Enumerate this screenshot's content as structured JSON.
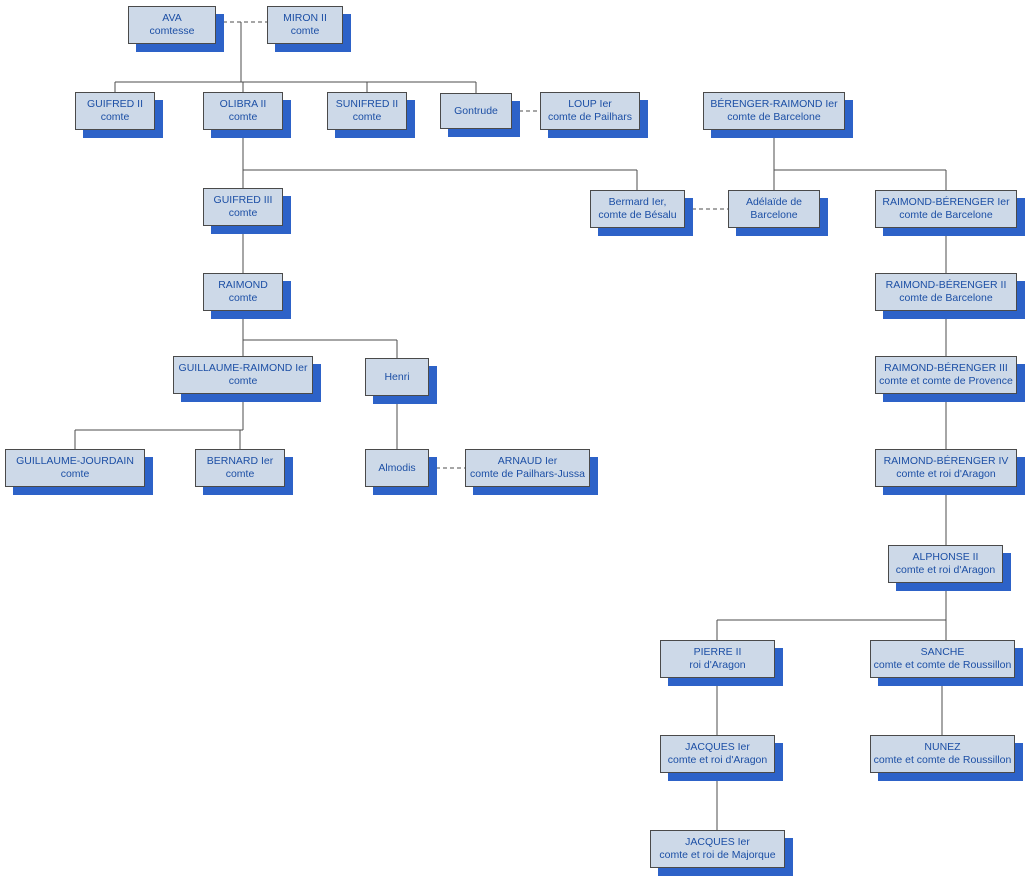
{
  "colors": {
    "node_fill": "#cdd9e8",
    "node_border": "#4a4a4a",
    "node_shadow": "#2d62c8",
    "node_text": "#1c4fa5",
    "line": "#4d4d4d"
  },
  "diagram": {
    "nodes": [
      {
        "id": "ava",
        "name": "AVA",
        "title": "comtesse"
      },
      {
        "id": "miron2",
        "name": "MIRON II",
        "title": "comte"
      },
      {
        "id": "guifred2",
        "name": "GUIFRED II",
        "title": "comte"
      },
      {
        "id": "olibra2",
        "name": "OLIBRA II",
        "title": "comte"
      },
      {
        "id": "sunifred2",
        "name": "SUNIFRED II",
        "title": "comte"
      },
      {
        "id": "gontrude",
        "name": "Gontrude",
        "title": ""
      },
      {
        "id": "loup1",
        "name": "LOUP Ier",
        "title": "comte de Pailhars"
      },
      {
        "id": "berenger_raimond1",
        "name": "BÉRENGER-RAIMOND Ier",
        "title": "comte de Barcelone"
      },
      {
        "id": "guifred3",
        "name": "GUIFRED III",
        "title": "comte"
      },
      {
        "id": "bermard1",
        "name": "Bermard Ier,",
        "title": "comte de Bésalu"
      },
      {
        "id": "adelaide",
        "name": "Adélaïde de",
        "title": "Barcelone"
      },
      {
        "id": "raimond_berenger1",
        "name": "RAIMOND-BÉRENGER Ier",
        "title": "comte de Barcelone"
      },
      {
        "id": "raimond",
        "name": "RAIMOND",
        "title": "comte"
      },
      {
        "id": "raimond_berenger2",
        "name": "RAIMOND-BÉRENGER II",
        "title": "comte de Barcelone"
      },
      {
        "id": "guillaume_raimond1",
        "name": "GUILLAUME-RAIMOND Ier",
        "title": "comte"
      },
      {
        "id": "henri",
        "name": "Henri",
        "title": ""
      },
      {
        "id": "raimond_berenger3",
        "name": "RAIMOND-BÉRENGER III",
        "title": "comte et comte de Provence"
      },
      {
        "id": "guillaume_jourdain",
        "name": "GUILLAUME-JOURDAIN",
        "title": "comte"
      },
      {
        "id": "bernard1",
        "name": "BERNARD Ier",
        "title": "comte"
      },
      {
        "id": "almodis",
        "name": "Almodis",
        "title": ""
      },
      {
        "id": "arnaud1",
        "name": "ARNAUD Ier",
        "title": "comte de Pailhars-Jussa"
      },
      {
        "id": "raimond_berenger4",
        "name": "RAIMOND-BÉRENGER IV",
        "title": "comte et roi d'Aragon"
      },
      {
        "id": "alphonse2",
        "name": "ALPHONSE II",
        "title": "comte et roi d'Aragon"
      },
      {
        "id": "pierre2",
        "name": "PIERRE II",
        "title": "roi d'Aragon"
      },
      {
        "id": "sanche",
        "name": "SANCHE",
        "title": "comte et comte de Roussillon"
      },
      {
        "id": "jacques1_aragon",
        "name": "JACQUES Ier",
        "title": "comte et roi d'Aragon"
      },
      {
        "id": "nunez",
        "name": "NUNEZ",
        "title": "comte et comte de Roussillon"
      },
      {
        "id": "jacques1_majorque",
        "name": "JACQUES Ier",
        "title": "comte et roi de Majorque"
      }
    ],
    "relations": {
      "marriages": [
        [
          "ava",
          "miron2"
        ],
        [
          "gontrude",
          "loup1"
        ],
        [
          "bermard1",
          "adelaide"
        ],
        [
          "almodis",
          "arnaud1"
        ]
      ],
      "descents": [
        [
          "miron2",
          "guifred2"
        ],
        [
          "miron2",
          "olibra2"
        ],
        [
          "miron2",
          "sunifred2"
        ],
        [
          "miron2",
          "gontrude"
        ],
        [
          "olibra2",
          "guifred3"
        ],
        [
          "olibra2",
          "bermard1"
        ],
        [
          "berenger_raimond1",
          "adelaide"
        ],
        [
          "berenger_raimond1",
          "raimond_berenger1"
        ],
        [
          "guifred3",
          "raimond"
        ],
        [
          "raimond",
          "guillaume_raimond1"
        ],
        [
          "raimond",
          "henri"
        ],
        [
          "guillaume_raimond1",
          "guillaume_jourdain"
        ],
        [
          "guillaume_raimond1",
          "bernard1"
        ],
        [
          "henri",
          "almodis"
        ],
        [
          "raimond_berenger1",
          "raimond_berenger2"
        ],
        [
          "raimond_berenger2",
          "raimond_berenger3"
        ],
        [
          "raimond_berenger3",
          "raimond_berenger4"
        ],
        [
          "raimond_berenger4",
          "alphonse2"
        ],
        [
          "alphonse2",
          "pierre2"
        ],
        [
          "alphonse2",
          "sanche"
        ],
        [
          "pierre2",
          "jacques1_aragon"
        ],
        [
          "sanche",
          "nunez"
        ],
        [
          "jacques1_aragon",
          "jacques1_majorque"
        ]
      ]
    }
  }
}
